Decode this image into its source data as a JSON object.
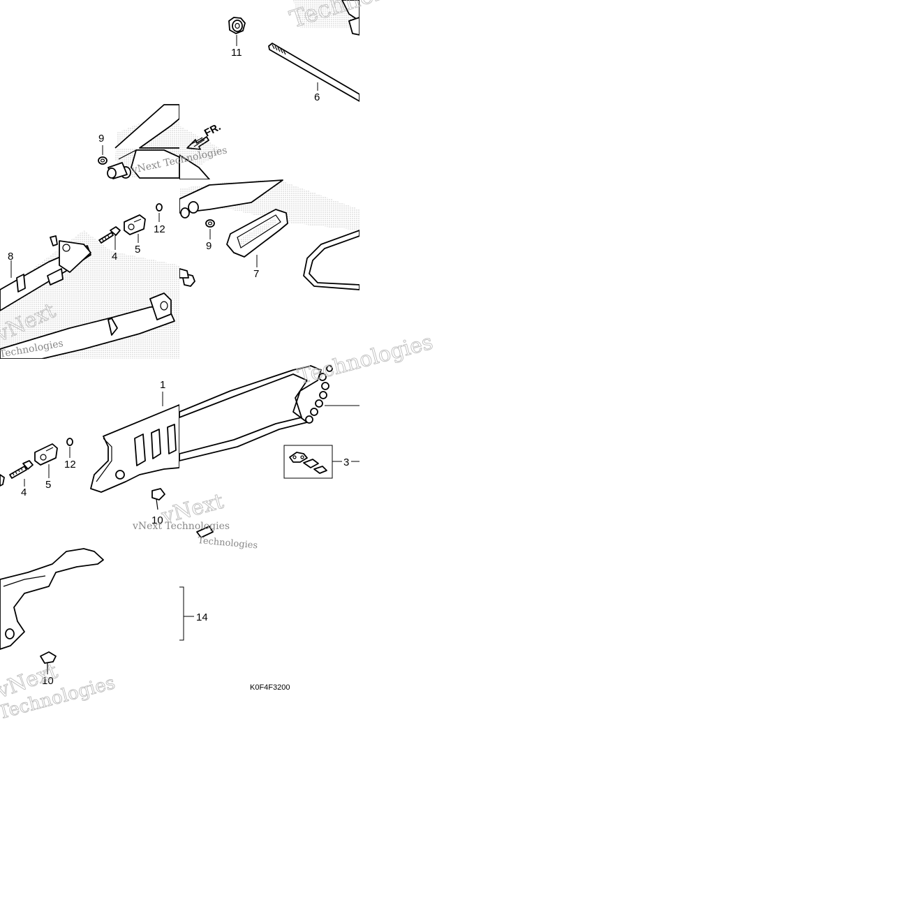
{
  "diagram": {
    "drawing_code": "K0F4F3200",
    "direction_marker": "FR.",
    "watermark_lines": [
      "vNext",
      "Technologies",
      "vNext Technologies"
    ],
    "callouts": [
      {
        "id": "c11",
        "text": "11"
      },
      {
        "id": "c6",
        "text": "6"
      },
      {
        "id": "c9a",
        "text": "9"
      },
      {
        "id": "c9b",
        "text": "9"
      },
      {
        "id": "c12a",
        "text": "12"
      },
      {
        "id": "c4a",
        "text": "4"
      },
      {
        "id": "c5a",
        "text": "5"
      },
      {
        "id": "c8",
        "text": "8"
      },
      {
        "id": "c7",
        "text": "7"
      },
      {
        "id": "c1",
        "text": "1"
      },
      {
        "id": "c3",
        "text": "3"
      },
      {
        "id": "c12b",
        "text": "12"
      },
      {
        "id": "c4b",
        "text": "4"
      },
      {
        "id": "c5b",
        "text": "5"
      },
      {
        "id": "c10a",
        "text": "10"
      },
      {
        "id": "c14",
        "text": "14"
      },
      {
        "id": "c10b",
        "text": "10"
      }
    ]
  }
}
